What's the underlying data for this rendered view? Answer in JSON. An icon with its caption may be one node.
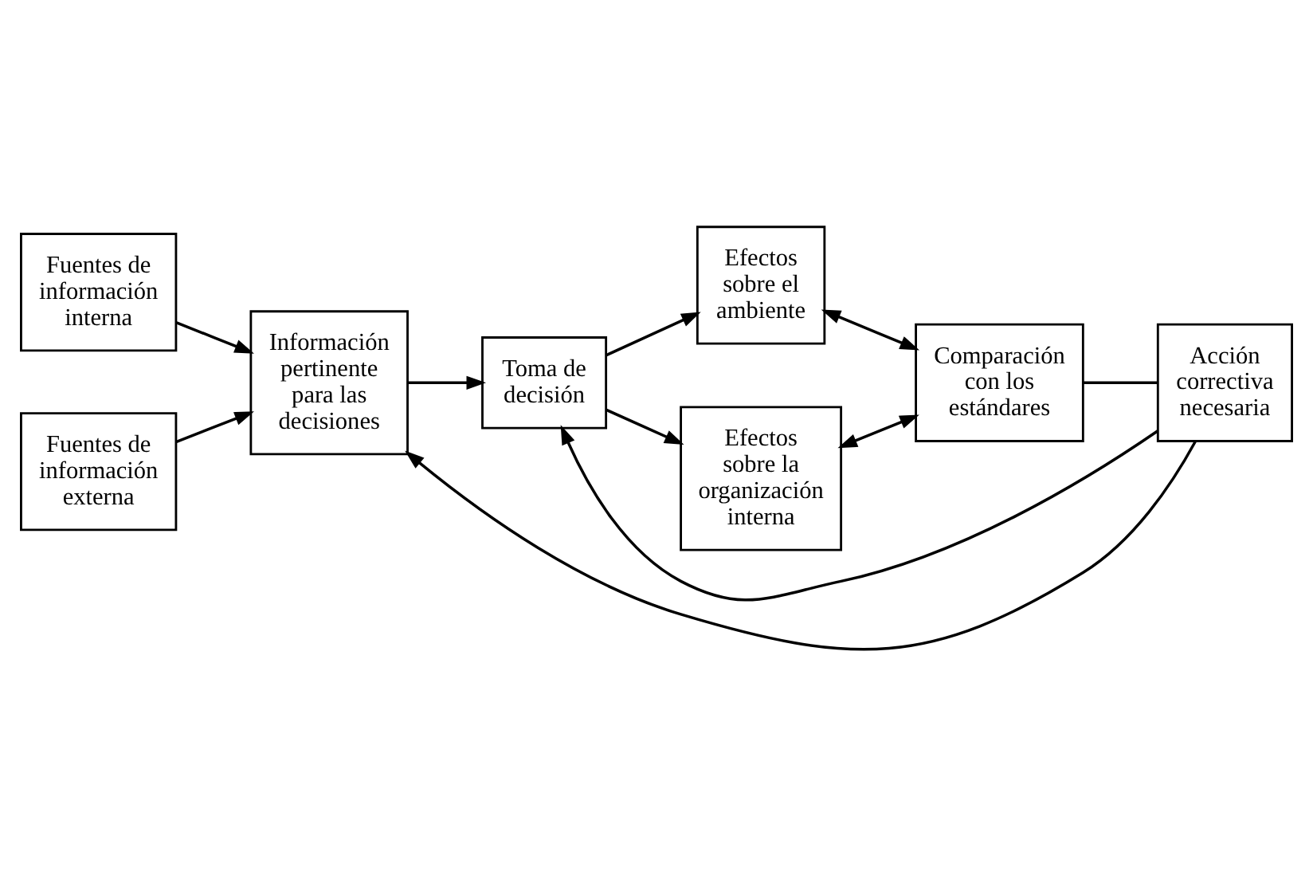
{
  "diagram": {
    "nodes": [
      {
        "text": [
          "Fuentes de información interna"
        ]
      },
      {
        "text": [
          "Fuentes de información externa"
        ]
      },
      {
        "text": [
          "Información pertinente para las decisiones"
        ]
      },
      {
        "text": [
          "Toma de decisión"
        ]
      },
      {
        "text": [
          "Efectos sobre el ambiente"
        ]
      },
      {
        "text": [
          "Efectos sobre la organización interna"
        ]
      },
      {
        "text": [
          "Comparación con los estándares"
        ]
      },
      {
        "text": [
          "Acción correctiva necesaria"
        ]
      }
    ],
    "edges": [
      {
        "from": 0,
        "to": 2,
        "arrow": "to"
      },
      {
        "from": 1,
        "to": 2,
        "arrow": "to"
      },
      {
        "from": 2,
        "to": 3,
        "arrow": "to"
      },
      {
        "from": 3,
        "to": 4,
        "arrow": "to"
      },
      {
        "from": 3,
        "to": 5,
        "arrow": "to"
      },
      {
        "from": 4,
        "to": 6,
        "arrow": "both"
      },
      {
        "from": 5,
        "to": 6,
        "arrow": "both"
      },
      {
        "from": 6,
        "to": 7,
        "arrow": "none"
      },
      {
        "from": 7,
        "to": 2,
        "arrow": "to"
      },
      {
        "from": 7,
        "to": 3,
        "arrow": "to"
      }
    ]
  }
}
